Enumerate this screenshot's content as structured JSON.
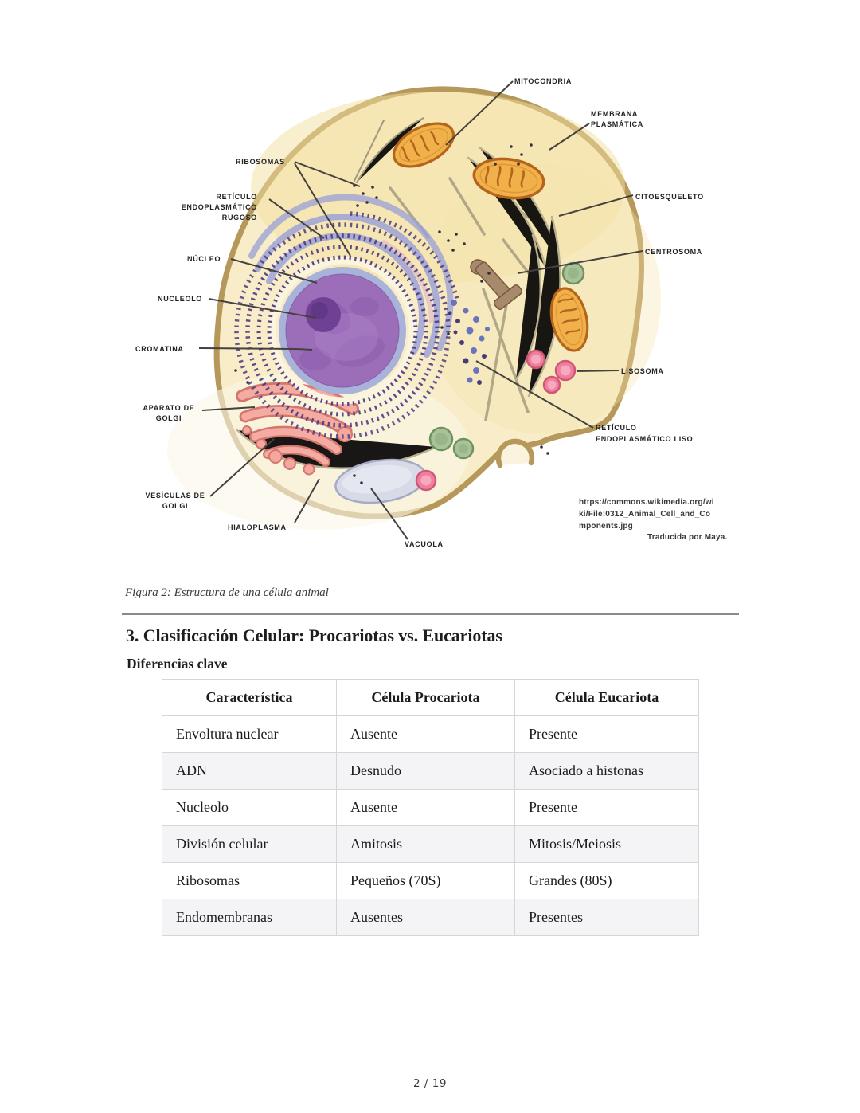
{
  "figure": {
    "caption": "Figura 2: Estructura de una célula animal",
    "labels": {
      "mitocondria": "MITOCONDRIA",
      "membrana_plasmatica": [
        "MEMBRANA",
        "PLASMÁTICA"
      ],
      "ribosomas": "RIBOSOMAS",
      "reticulo_rugoso": [
        "RETÍCULO",
        "ENDOPLASMÁTICO",
        "RUGOSO"
      ],
      "nucleo": "NÚCLEO",
      "nucleolo": "NUCLEOLO",
      "cromatina": "CROMATINA",
      "aparato_golgi": [
        "APARATO DE",
        "GOLGI"
      ],
      "vesiculas_golgi": [
        "VESÍCULAS DE",
        "GOLGI"
      ],
      "hialoplasma": "HIALOPLASMA",
      "vacuola": "VACUOLA",
      "lisosoma": "LISOSOMA",
      "reticulo_liso": [
        "RETÍCULO",
        "ENDOPLASMÁTICO LISO"
      ],
      "centrosoma": "CENTROSOMA",
      "citoesqueleto": "CITOESQUELETO"
    },
    "credit": [
      "https://commons.wikimedia.org/wi",
      "ki/File:0312_Animal_Cell_and_Co",
      "mponents.jpg",
      "Traducida por Maya."
    ]
  },
  "section": {
    "heading": "3. Clasificación Celular: Procariotas vs. Eucariotas",
    "subheading": "Diferencias clave"
  },
  "table": {
    "headers": [
      "Característica",
      "Célula Procariota",
      "Célula Eucariota"
    ],
    "rows": [
      [
        "Envoltura nuclear",
        "Ausente",
        "Presente"
      ],
      [
        "ADN",
        "Desnudo",
        "Asociado a histonas"
      ],
      [
        "Nucleolo",
        "Ausente",
        "Presente"
      ],
      [
        "División celular",
        "Amitosis",
        "Mitosis/Meiosis"
      ],
      [
        "Ribosomas",
        "Pequeños (70S)",
        "Grandes (80S)"
      ],
      [
        "Endomembranas",
        "Ausentes",
        "Presentes"
      ]
    ]
  },
  "footer": {
    "page_indicator": "2 / 19"
  },
  "colors": {
    "membrane": "#b5985a",
    "cytoplasm": "#f8edc8",
    "nucleus": "#9c6db8",
    "nucleolus": "#6f4195",
    "rough_er": "#4b3b7e",
    "mitochondria": "#f0b14a",
    "golgi": "#f4a79e",
    "lysosome": "#ef7f9c",
    "peroxisome": "#a9c29a",
    "vacuole": "#d8dbe7",
    "alt_row": "#f4f4f6",
    "table_border": "#d6d6d6"
  }
}
